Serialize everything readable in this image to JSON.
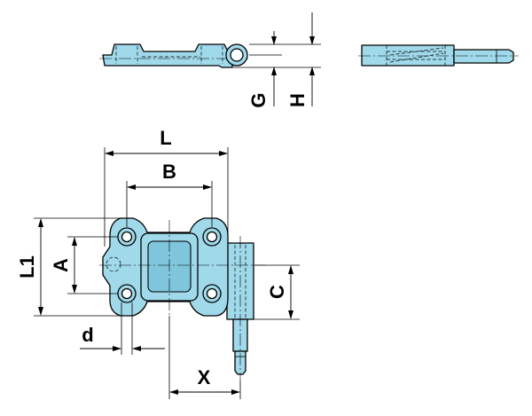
{
  "labels": {
    "G": "G",
    "H": "H",
    "L": "L",
    "B": "B",
    "L1": "L1",
    "A": "A",
    "C": "C",
    "d": "d",
    "X": "X"
  }
}
